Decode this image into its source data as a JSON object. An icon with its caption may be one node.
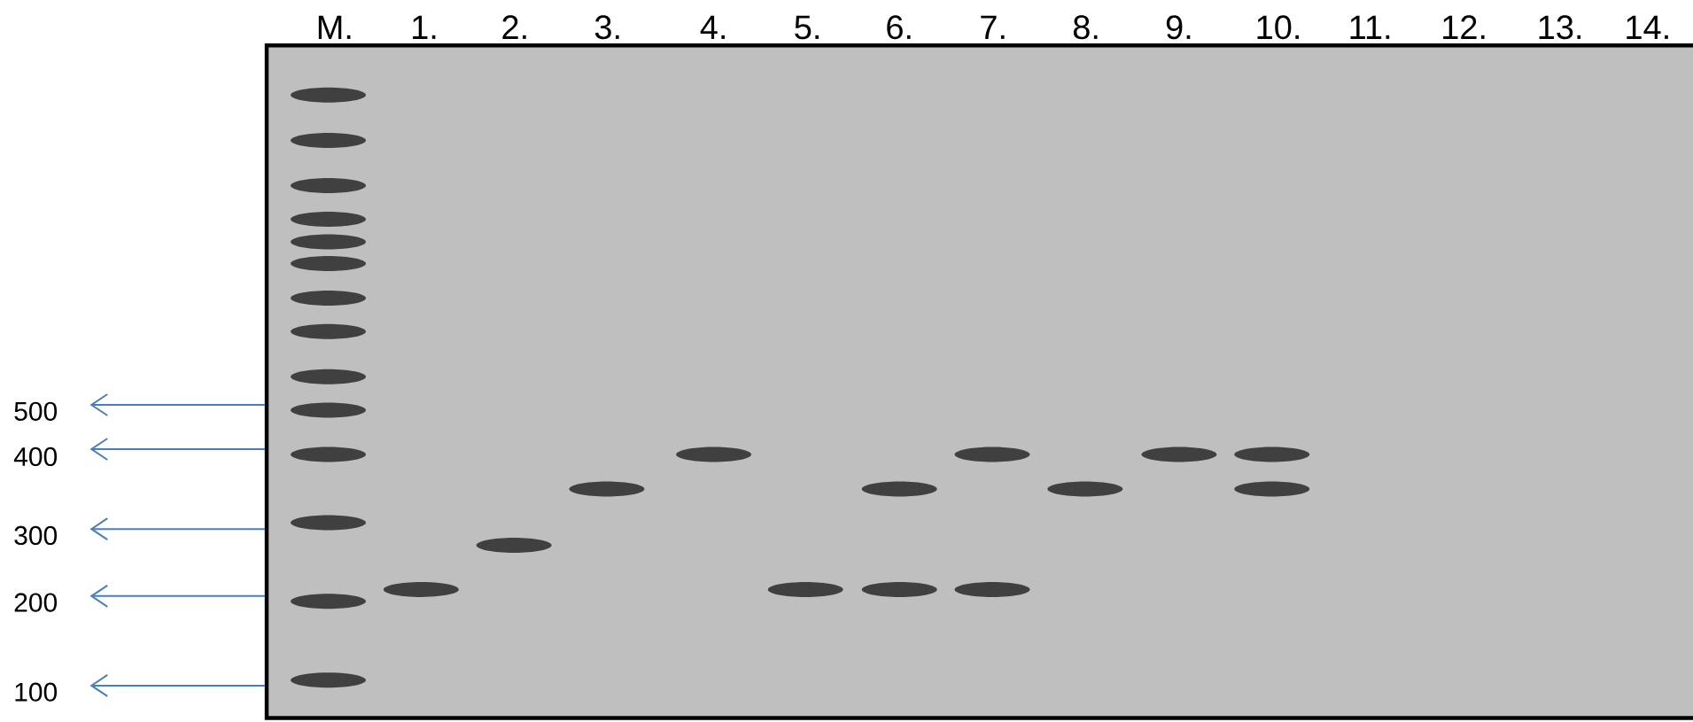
{
  "diagram": {
    "nodes": [
      {
        "text": [
          "500"
        ]
      },
      {
        "text": [
          "400"
        ]
      },
      {
        "text": [
          "300"
        ]
      },
      {
        "text": [
          "200"
        ]
      },
      {
        "text": [
          "100"
        ]
      }
    ],
    "edges": [
      {
        "from": null,
        "to": 0,
        "arrow": "to"
      },
      {
        "from": null,
        "to": 1,
        "arrow": "to"
      },
      {
        "from": null,
        "to": 2,
        "arrow": "to"
      },
      {
        "from": null,
        "to": 3,
        "arrow": "to"
      },
      {
        "from": null,
        "to": 4,
        "arrow": "to"
      }
    ],
    "labels": [
      "M.",
      "1.",
      "2.",
      "3.",
      "4.",
      "5.",
      "6.",
      "7.",
      "8.",
      "9.",
      "10.",
      "11.",
      "12.",
      "13.",
      "14."
    ]
  }
}
